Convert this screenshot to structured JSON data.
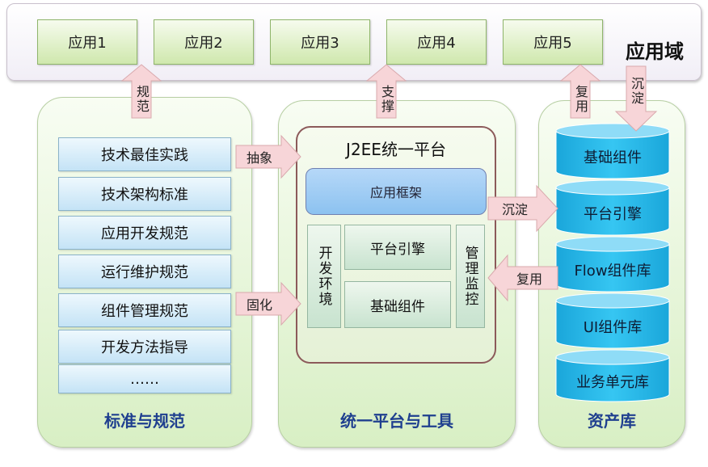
{
  "app_domain": {
    "title": "应用域",
    "apps": [
      "应用1",
      "应用2",
      "应用3",
      "应用4",
      "应用5"
    ]
  },
  "standards": {
    "title": "标准与规范",
    "items": [
      "技术最佳实践",
      "技术架构标准",
      "应用开发规范",
      "运行维护规范",
      "组件管理规范",
      "开发方法指导",
      "……"
    ]
  },
  "platform": {
    "title": "统一平台与工具",
    "j2ee_title": "J2EE统一平台",
    "app_frame": "应用框架",
    "dev_env": "开发环境",
    "platform_engine": "平台引擎",
    "base_components": "基础组件",
    "mgmt_monitor": "管理监控"
  },
  "assets": {
    "title": "资产库",
    "items": [
      "基础组件",
      "平台引擎",
      "Flow组件库",
      "UI组件库",
      "业务单元库"
    ]
  },
  "arrows": {
    "norms": "规范",
    "support": "支撑",
    "reuse_up": "复用",
    "settle_down": "沉淀",
    "abstract": "抽象",
    "solidify": "固化",
    "settle_right": "沉淀",
    "reuse_left": "复用"
  },
  "colors": {
    "arrow_fill": "#f7d5d8",
    "arrow_stroke": "#d9a9ad",
    "cylinder_fill": "#26b8ea",
    "panel_fill": "#dbefc8",
    "title_blue": "#1f3f8f"
  }
}
